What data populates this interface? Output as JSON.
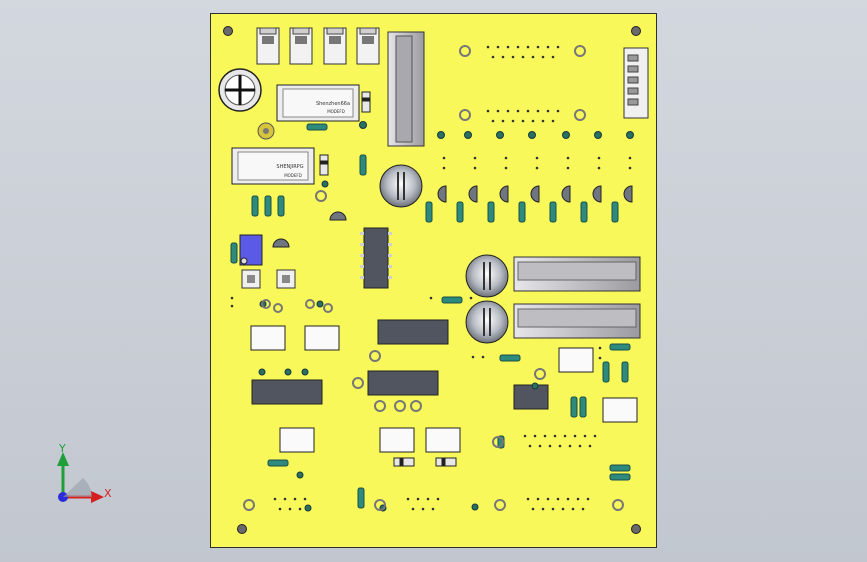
{
  "viewport": {
    "background_color": "#cdd1d8",
    "triad": {
      "x_label": "X",
      "y_label": "Y",
      "x_color": "#d42020",
      "y_color": "#1f9f3a",
      "origin_color": "#2b2bd8"
    }
  },
  "board": {
    "color": "#f8f85a",
    "border_color": "#303030",
    "relay_1": {
      "text": "Shenzhen66a",
      "subtext": "MODEFD"
    },
    "relay_2": {
      "text": "SHENJIRPG",
      "subtext": "MODEFD"
    },
    "colors": {
      "ic_body": "#505560",
      "capacitor_body": "#b8bcc4",
      "resistor_body": "#2e8a7c",
      "pin": "#2a6e64",
      "potentiometer": "#5a5ae6",
      "terminal": "#e8e8e8",
      "heatsink": "#c8c8cc"
    }
  }
}
